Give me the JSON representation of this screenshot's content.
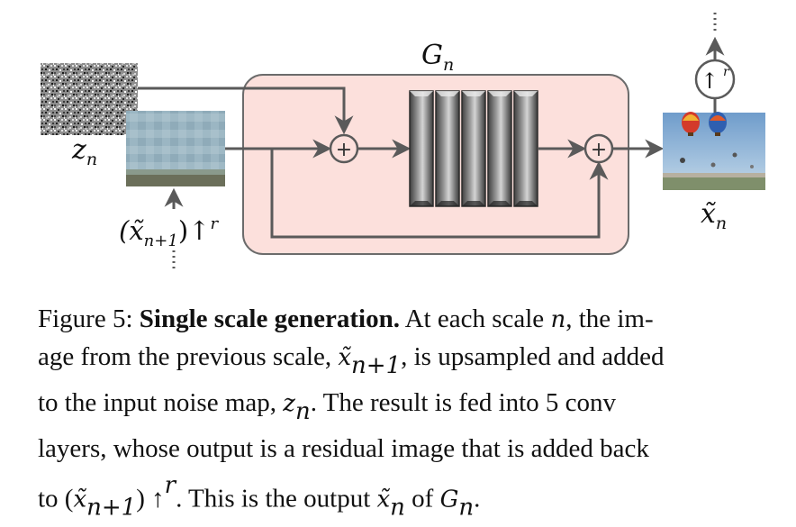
{
  "diagram": {
    "generator_label": "G",
    "generator_sub": "n",
    "noise_label": "z",
    "noise_sub": "n",
    "input_label_prefix": "(x̃",
    "input_label_sub": "n+1",
    "input_label_suffix": ")↑",
    "input_label_sup": "r",
    "output_label": "x̃",
    "output_sub": "n",
    "upsample_label": "↑",
    "upsample_sup": "r",
    "plus_symbol": "+",
    "conv_layer_count": 5
  },
  "caption": {
    "lines": [
      [
        "Figure 5: ",
        "Single scale generation.",
        " At each scale ",
        "n",
        ", the im-"
      ],
      [
        "age from the previous scale, ",
        "x̃",
        "n+1",
        ", is upsampled and added"
      ],
      [
        "to the input noise map, ",
        "z",
        "n",
        ".  The result is fed into 5 conv"
      ],
      [
        "layers, whose output is a residual image that is added back"
      ],
      [
        "to (",
        "x̃",
        "n+1",
        ") ↑",
        "r",
        ". This is the output ",
        "x̃",
        "n",
        " of ",
        "G",
        "n",
        "."
      ]
    ]
  },
  "colors": {
    "generator_fill": "#fce0dc",
    "generator_stroke": "#6b6b6b",
    "arrow": "#5a5a5a",
    "conv_dark": "#4a4a4a",
    "conv_light": "#cfcfcf",
    "input_image_base": "#9bb6c3",
    "sky": "#7ea7cf"
  }
}
